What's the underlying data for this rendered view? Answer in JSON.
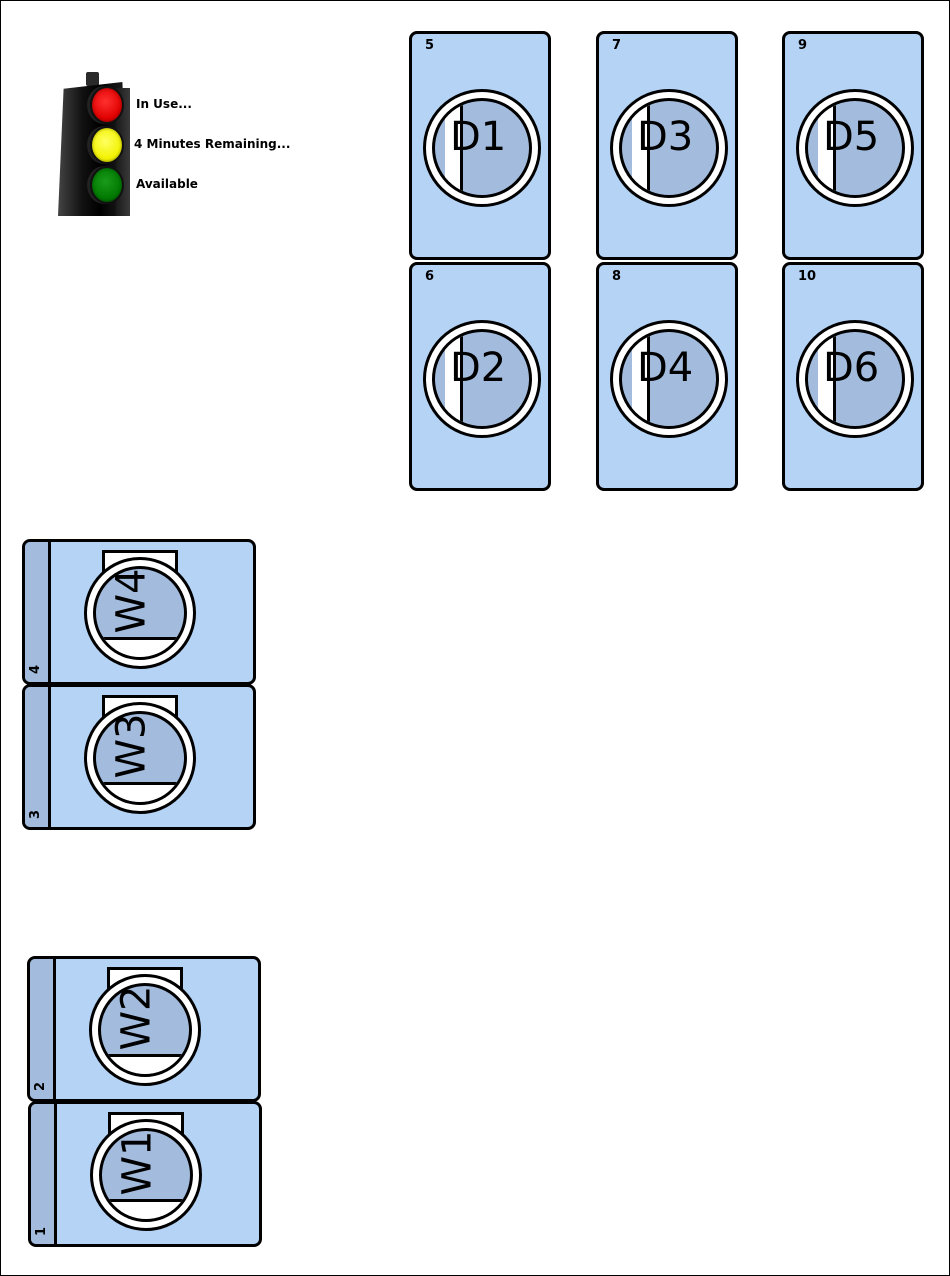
{
  "legend": {
    "in_use": "In Use...",
    "remaining": "4 Minutes Remaining...",
    "available": "Available",
    "colors": {
      "in_use": "#ff0000",
      "remaining": "#ffff00",
      "available": "#008000"
    }
  },
  "colors": {
    "machine_fill": "#b5d3f5",
    "door_fill": "#a3bcdd"
  },
  "dryers": [
    {
      "number": "5",
      "label": "D1"
    },
    {
      "number": "6",
      "label": "D2"
    },
    {
      "number": "7",
      "label": "D3"
    },
    {
      "number": "8",
      "label": "D4"
    },
    {
      "number": "9",
      "label": "D5"
    },
    {
      "number": "10",
      "label": "D6"
    }
  ],
  "washers": [
    {
      "number": "4",
      "label": "W4"
    },
    {
      "number": "3",
      "label": "W3"
    },
    {
      "number": "2",
      "label": "W2"
    },
    {
      "number": "1",
      "label": "W1"
    }
  ]
}
